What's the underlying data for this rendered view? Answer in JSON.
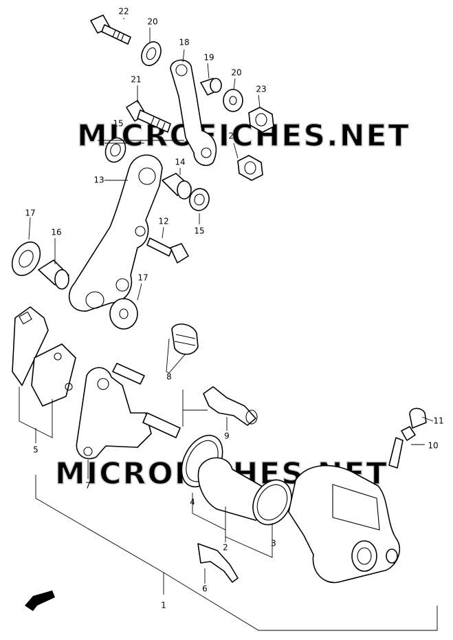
{
  "watermark": "MICROFICHES.NET",
  "direction_marker": "FWD",
  "callouts": {
    "p1": "1",
    "p2": "2",
    "p3": "3",
    "p4": "4",
    "p5": "5",
    "p6": "6",
    "p7": "7",
    "p8": "8",
    "p9": "9",
    "p10": "10",
    "p11": "11",
    "p12": "12",
    "p13": "13",
    "p14": "14",
    "p15a": "15",
    "p15b": "15",
    "p16": "16",
    "p17a": "17",
    "p17b": "17",
    "p18": "18",
    "p19": "19",
    "p20a": "20",
    "p20b": "20",
    "p21": "21",
    "p22": "22",
    "p23a": "23",
    "p23b": "23"
  }
}
